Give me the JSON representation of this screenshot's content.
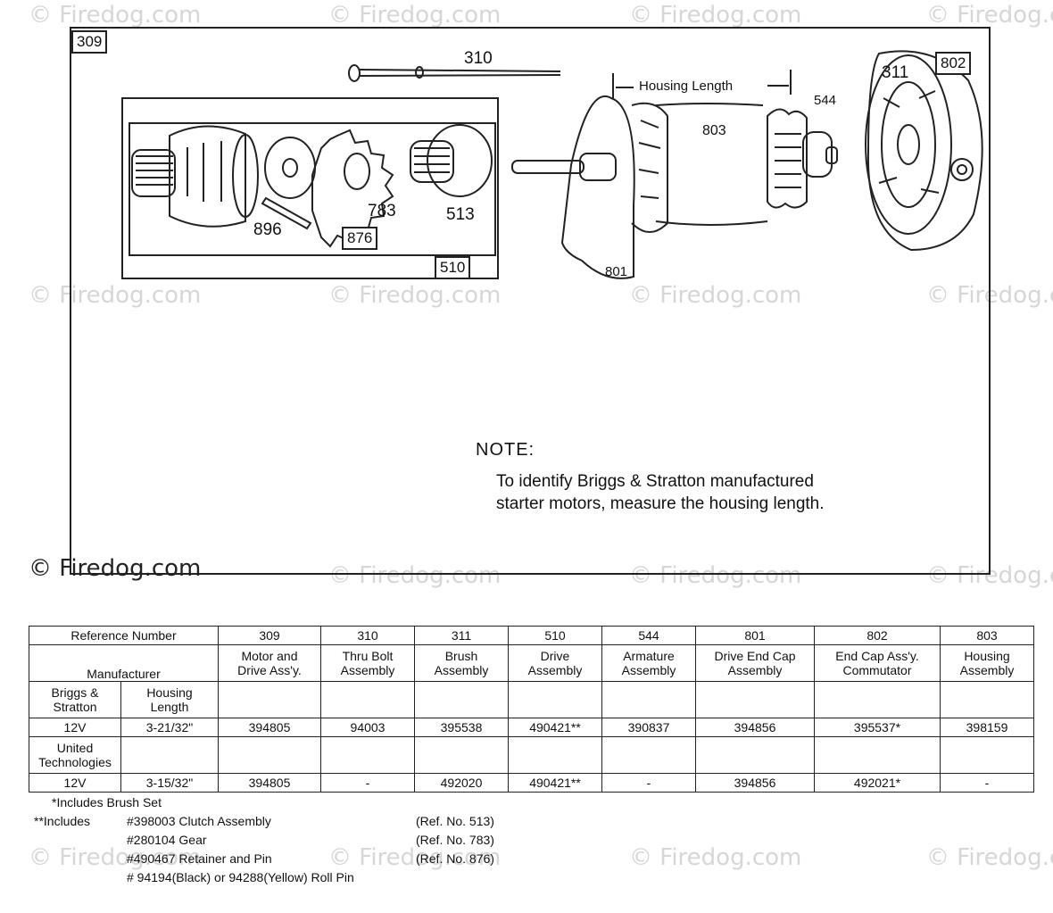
{
  "watermark": "© Firedog.com",
  "diagram": {
    "main_ref": "309",
    "callouts": {
      "thru_bolt": "310",
      "brush": "311",
      "end_cap": "802",
      "housing": "803",
      "armature": "544",
      "drive_end_cap": "801",
      "drive": "510",
      "retainer": "876",
      "gear": "783",
      "clutch": "513",
      "roll_pin": "896"
    },
    "housing_length_label": "Housing Length",
    "note_title": "NOTE:",
    "note_line1": "To identify Briggs & Stratton manufactured",
    "note_line2": "starter motors, measure the housing length."
  },
  "table": {
    "ref_header": "Reference Number",
    "manufacturer_header": "Manufacturer",
    "columns": [
      {
        "ref": "309",
        "l1": "Motor and",
        "l2": "Drive Ass'y."
      },
      {
        "ref": "310",
        "l1": "Thru Bolt",
        "l2": "Assembly"
      },
      {
        "ref": "311",
        "l1": "Brush",
        "l2": "Assembly"
      },
      {
        "ref": "510",
        "l1": "Drive",
        "l2": "Assembly"
      },
      {
        "ref": "544",
        "l1": "Armature",
        "l2": "Assembly"
      },
      {
        "ref": "801",
        "l1": "Drive End Cap",
        "l2": "Assembly"
      },
      {
        "ref": "802",
        "l1": "End Cap Ass'y.",
        "l2": "Commutator"
      },
      {
        "ref": "803",
        "l1": "Housing",
        "l2": "Assembly"
      }
    ],
    "group1": {
      "m1": "Briggs &",
      "m2": "Stratton",
      "h1": "Housing",
      "h2": "Length"
    },
    "row1": {
      "volt": "12V",
      "len": "3-21/32\"",
      "values": [
        "394805",
        "94003",
        "395538",
        "490421**",
        "390837",
        "394856",
        "395537*",
        "398159"
      ]
    },
    "group2": {
      "m1": "United",
      "m2": "Technologies"
    },
    "row2": {
      "volt": "12V",
      "len": "3-15/32\"",
      "values": [
        "394805",
        "-",
        "492020",
        "490421**",
        "-",
        "394856",
        "492021*",
        "-"
      ]
    }
  },
  "footnotes": {
    "star": "*Includes Brush Set",
    "dstar": "**Includes",
    "items": [
      {
        "part": "#398003 Clutch Assembly",
        "ref": "(Ref. No. 513)"
      },
      {
        "part": "#280104 Gear",
        "ref": "(Ref. No. 783)"
      },
      {
        "part": "#490467 Retainer and Pin",
        "ref": "(Ref. No. 876)"
      },
      {
        "part": "# 94194(Black) or 94288(Yellow) Roll Pin",
        "ref": ""
      }
    ]
  }
}
